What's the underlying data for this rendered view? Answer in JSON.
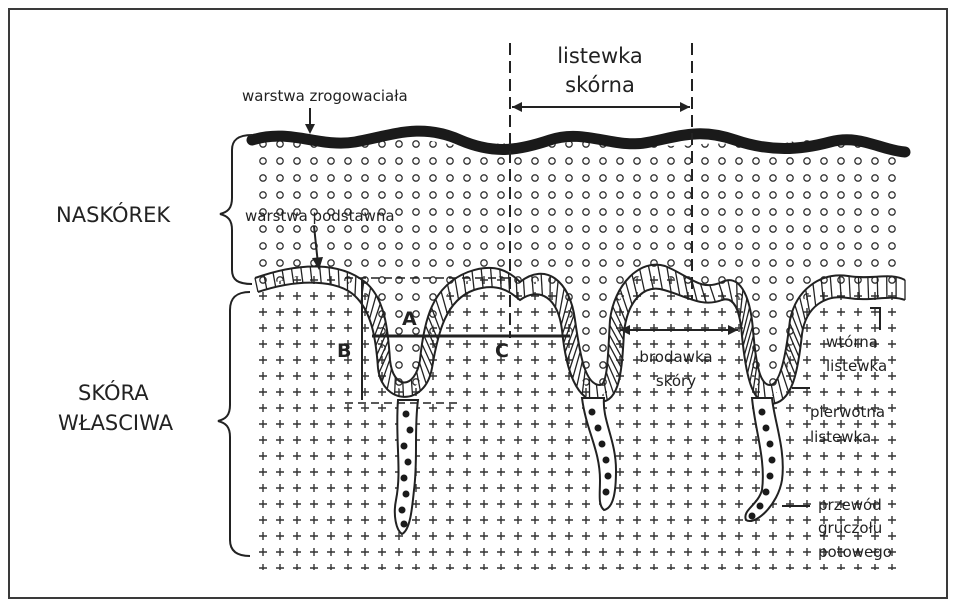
{
  "diagram": {
    "labels": {
      "listewka_skorna_1": "listewka",
      "listewka_skorna_2": "skórna",
      "warstwa_zrogowaciala": "warstwa zrogowaciała",
      "naskorek": "NASKÓREK",
      "warstwa_podstawna": "warstwa podstawna",
      "skora_wlasciwa_1": "SKÓRA",
      "skora_wlasciwa_2": "WŁASCIWA",
      "letter_a": "A",
      "letter_b": "B",
      "letter_c": "C",
      "brodawka_1": "brodawka",
      "brodawka_2": "skóry",
      "wtorna_1": "wtórna",
      "wtorna_2": "listewka",
      "pierwotna_1": "pierwotna",
      "pierwotna_2": "listewka",
      "przewod_1": "przewód",
      "przewod_2": "gruczołu",
      "przewod_3": "potowego"
    },
    "colors": {
      "ink": "#222222",
      "paper": "#ffffff",
      "frame": "#3a3a3a"
    }
  }
}
